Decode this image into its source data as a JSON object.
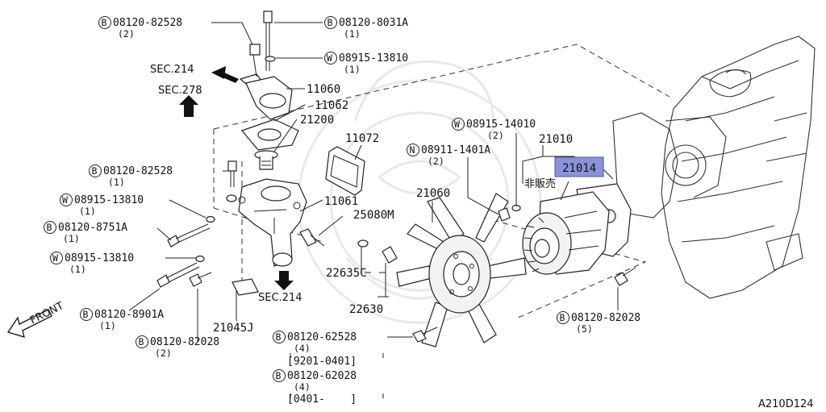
{
  "diagram": {
    "sec_214_top": "SEC.214",
    "sec_278": "SEC.278",
    "sec_214_bottom": "SEC.214",
    "front": "FRONT",
    "not_for_sale": "非販売",
    "diagram_id": "A210D124"
  },
  "callouts": {
    "c1": {
      "prefix": "B",
      "pn": "08120-82528",
      "qty": "(2)"
    },
    "c2": {
      "prefix": "B",
      "pn": "08120-8031A",
      "qty": "(1)"
    },
    "c3": {
      "prefix": "W",
      "pn": "08915-13810",
      "qty": "(1)"
    },
    "c4": {
      "prefix": "W",
      "pn": "08915-14010",
      "qty": "(2)"
    },
    "c5": {
      "prefix": "N",
      "pn": "08911-1401A",
      "qty": "(2)"
    },
    "c6": {
      "prefix": "B",
      "pn": "08120-82528",
      "qty": "(1)"
    },
    "c7": {
      "prefix": "W",
      "pn": "08915-13810",
      "qty": "(1)"
    },
    "c8": {
      "prefix": "B",
      "pn": "08120-8751A",
      "qty": "(1)"
    },
    "c9": {
      "prefix": "W",
      "pn": "08915-13810",
      "qty": "(1)"
    },
    "c10": {
      "prefix": "B",
      "pn": "08120-8901A",
      "qty": "(1)"
    },
    "c11": {
      "prefix": "B",
      "pn": "08120-82028",
      "qty": "(2)"
    },
    "c12": {
      "prefix": "B",
      "pn": "08120-82028",
      "qty": "(5)"
    },
    "c13": {
      "prefix": "B",
      "pn": "08120-62528",
      "qty": "(4)",
      "range": "[9201-0401]"
    },
    "c14": {
      "prefix": "B",
      "pn": "08120-62028",
      "qty": "(4)",
      "range": "[0401-    ]"
    }
  },
  "parts": {
    "p11060": "11060",
    "p11062": "11062",
    "p21200": "21200",
    "p11072": "11072",
    "p21010": "21010",
    "p21014": "21014",
    "p21060": "21060",
    "p11061": "11061",
    "p25080M": "25080M",
    "p22635C": "22635C",
    "p22630": "22630",
    "p21045J": "21045J"
  }
}
